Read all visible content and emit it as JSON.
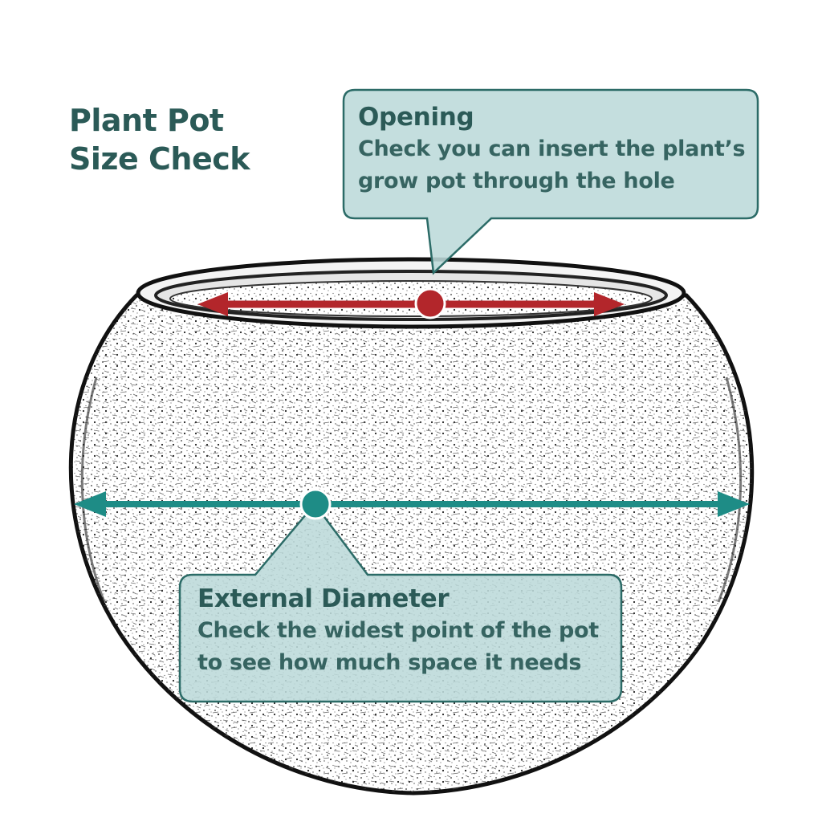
{
  "title": {
    "line1": "Plant Pot",
    "line2": "Size Check"
  },
  "opening": {
    "heading": "Opening",
    "body_line1": "Check you can insert the plant’s",
    "body_line2": "grow pot through the hole",
    "color": "#b3262b"
  },
  "external_diameter": {
    "heading": "External Diameter",
    "body_line1": "Check the widest point of the pot",
    "body_line2": "to see how much space it needs",
    "color": "#1e8c86"
  },
  "colors": {
    "title_text": "#2b5a57",
    "callout_fill": "#bcd9da",
    "callout_stroke": "#2b6b67",
    "pot_outline": "#111111"
  },
  "icons": {
    "pot": "round-bowl-pot-sketch",
    "arrow_head": "triangle"
  }
}
